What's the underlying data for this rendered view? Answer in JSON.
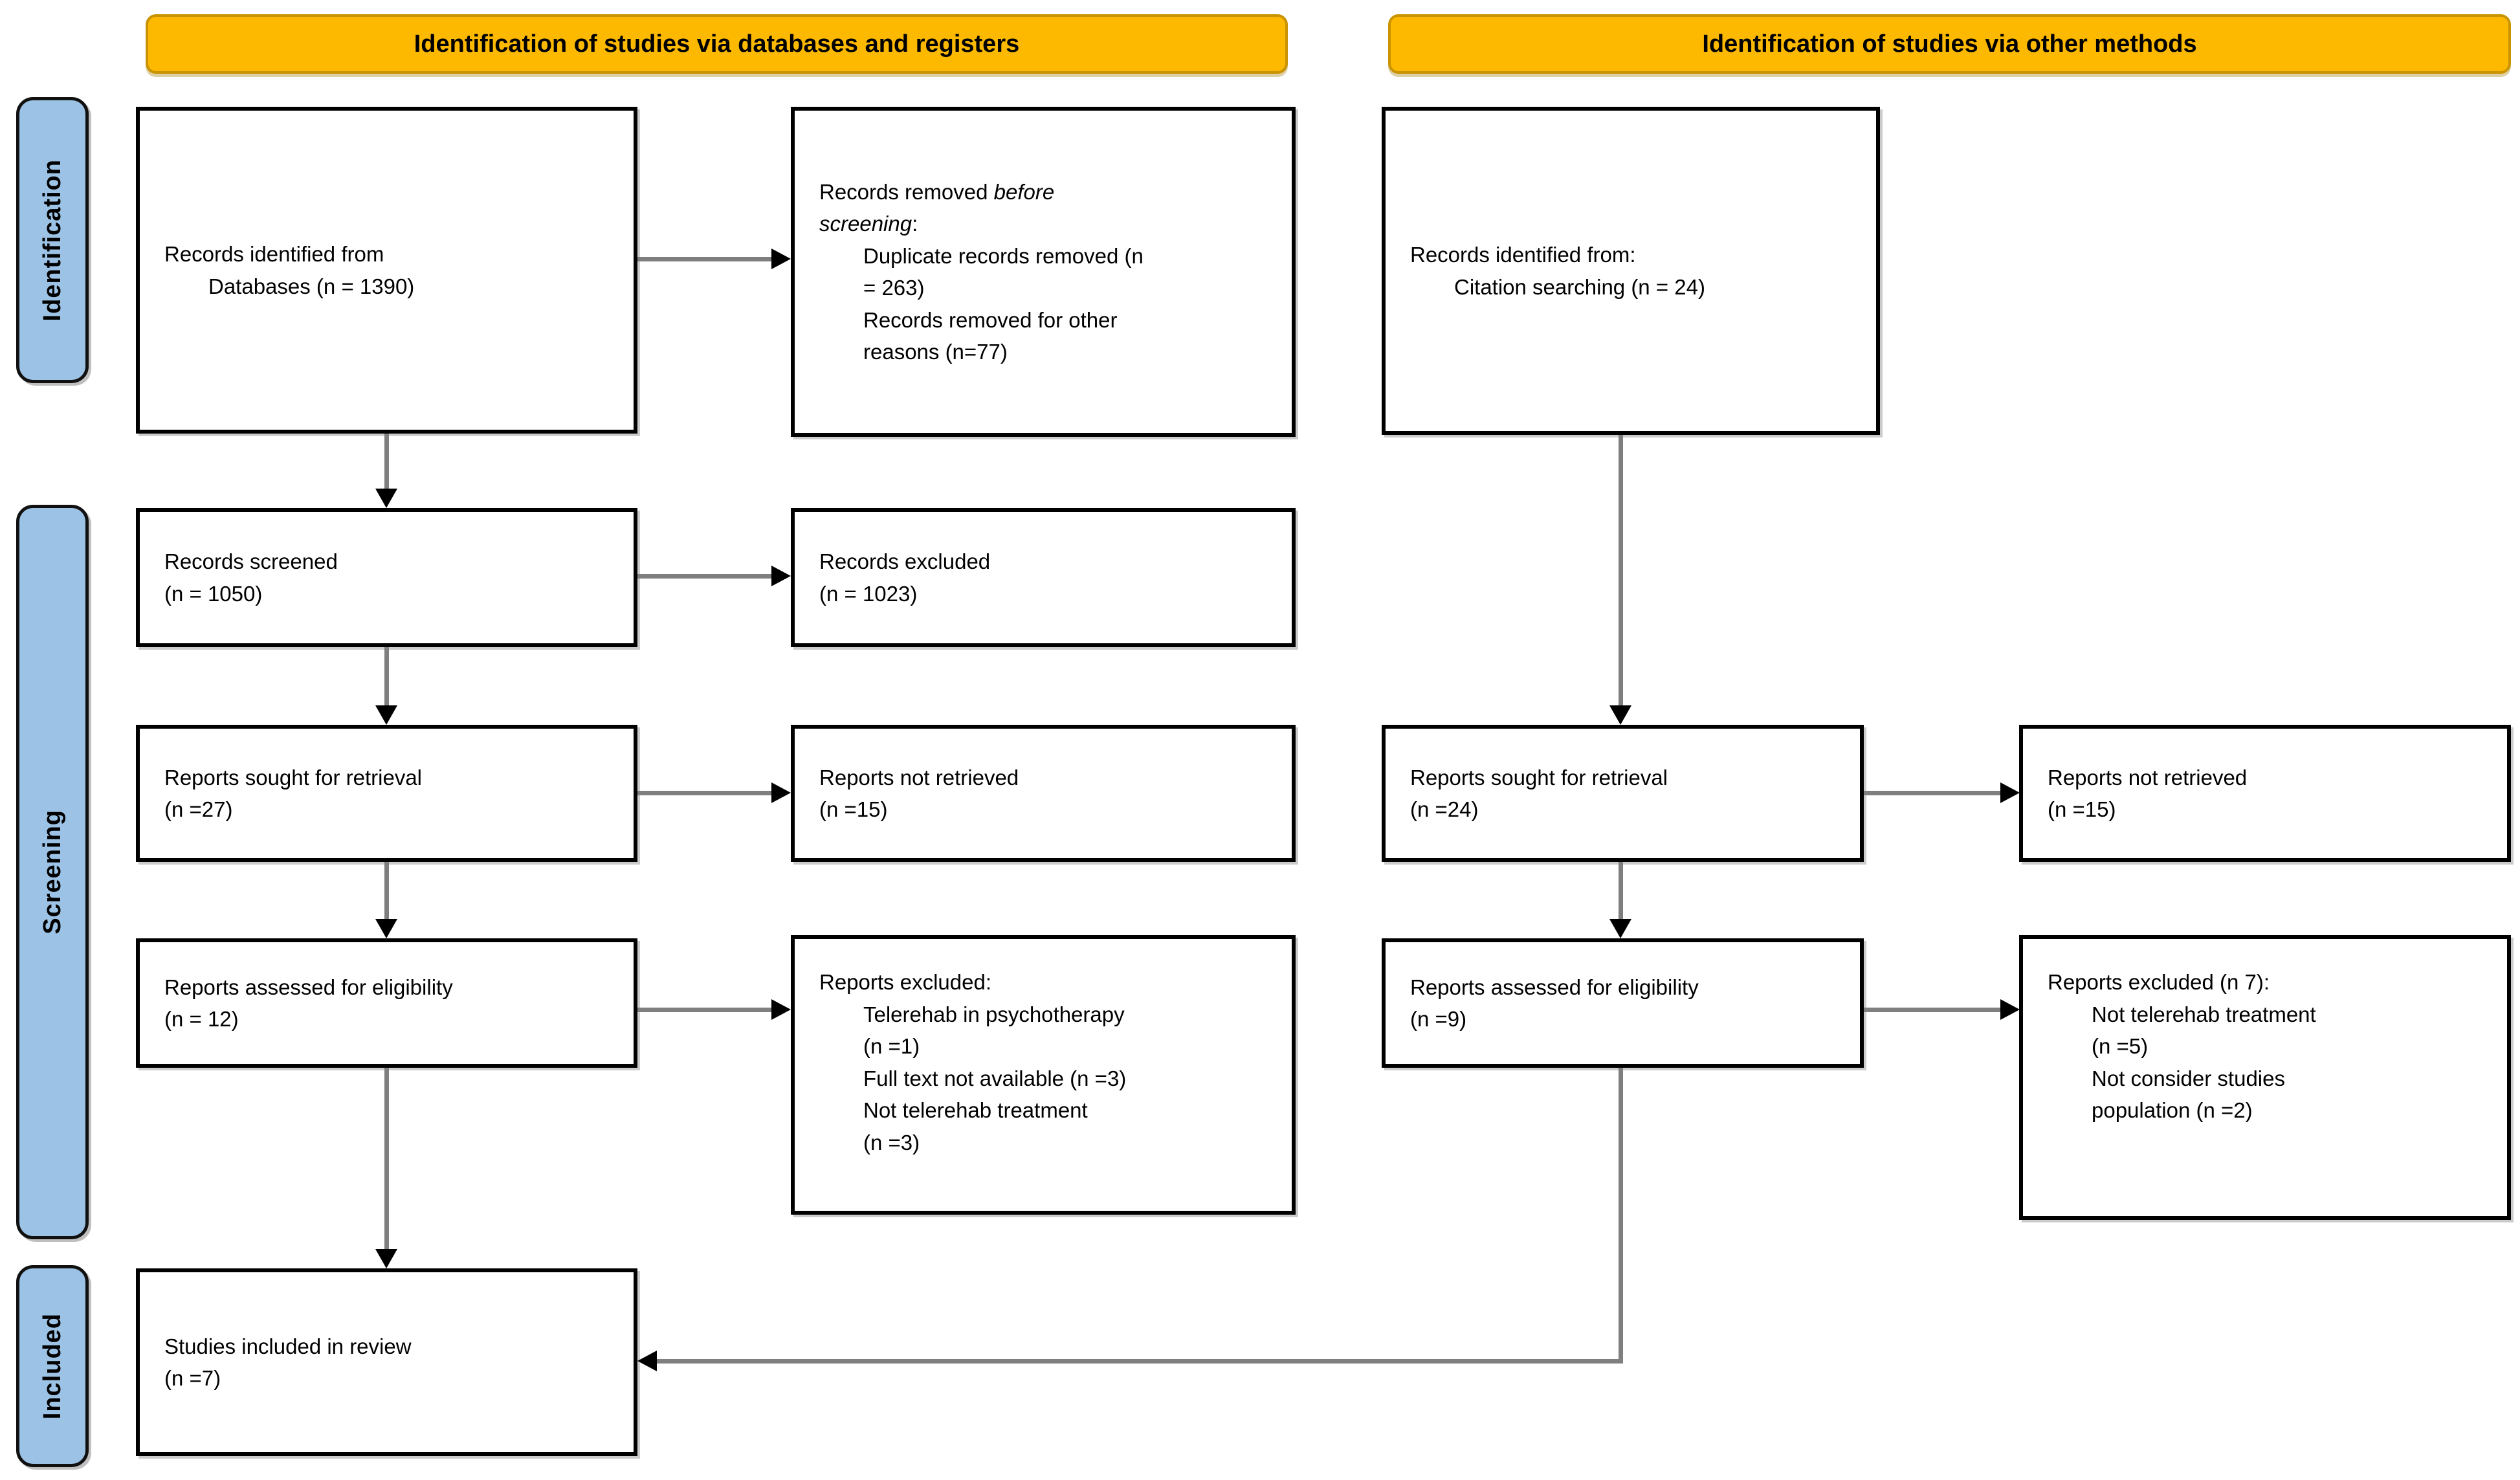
{
  "colors": {
    "banner_bg": "#FCB900",
    "banner_border": "#C99400",
    "stage_bg": "#9CC2E5",
    "stage_border": "#111111",
    "box_border": "#000000",
    "arrow_line": "#7F7F7F",
    "arrow_head": "#000000"
  },
  "banners": {
    "databases": {
      "label": "Identification of studies via databases and registers"
    },
    "other": {
      "label": "Identification of studies via other methods"
    }
  },
  "stages": {
    "identification": {
      "label": "Identification"
    },
    "screening": {
      "label": "Screening"
    },
    "included": {
      "label": "Included"
    }
  },
  "boxes": {
    "records_identified": {
      "lines": [
        {
          "seg": [
            {
              "t": "Records identified from"
            }
          ]
        },
        {
          "ind": 1,
          "seg": [
            {
              "t": "Databases (n = 1390)"
            }
          ]
        }
      ]
    },
    "records_removed": {
      "lines": [
        {
          "seg": [
            {
              "t": "Records removed "
            },
            {
              "t": "before",
              "i": true
            }
          ]
        },
        {
          "seg": [
            {
              "t": "screening",
              "i": true
            },
            {
              "t": ":"
            }
          ]
        },
        {
          "ind": 1,
          "seg": [
            {
              "t": "Duplicate records removed (n"
            }
          ]
        },
        {
          "ind": 1,
          "seg": [
            {
              "t": "= 263)"
            }
          ]
        },
        {
          "ind": 1,
          "seg": [
            {
              "t": "Records removed for other"
            }
          ]
        },
        {
          "ind": 1,
          "seg": [
            {
              "t": "reasons (n=77)"
            }
          ]
        }
      ]
    },
    "citation": {
      "lines": [
        {
          "seg": [
            {
              "t": "Records identified from:"
            }
          ]
        },
        {
          "ind": 1,
          "seg": [
            {
              "t": "Citation searching (n = 24)"
            }
          ]
        }
      ]
    },
    "records_screened": {
      "lines": [
        {
          "seg": [
            {
              "t": "Records screened"
            }
          ]
        },
        {
          "seg": [
            {
              "t": "(n = 1050)"
            }
          ]
        }
      ]
    },
    "records_excluded": {
      "lines": [
        {
          "seg": [
            {
              "t": "Records excluded"
            }
          ]
        },
        {
          "seg": [
            {
              "t": "(n = 1023)"
            }
          ]
        }
      ]
    },
    "reports_sought_left": {
      "lines": [
        {
          "seg": [
            {
              "t": "Reports sought for retrieval"
            }
          ]
        },
        {
          "seg": [
            {
              "t": "(n =27)"
            }
          ]
        }
      ]
    },
    "reports_not_retrieved_left": {
      "lines": [
        {
          "seg": [
            {
              "t": "Reports not retrieved"
            }
          ]
        },
        {
          "seg": [
            {
              "t": "(n =15)"
            }
          ]
        }
      ]
    },
    "reports_sought_right": {
      "lines": [
        {
          "seg": [
            {
              "t": "Reports sought for retrieval"
            }
          ]
        },
        {
          "seg": [
            {
              "t": "(n =24)"
            }
          ]
        }
      ]
    },
    "reports_not_retrieved_right": {
      "lines": [
        {
          "seg": [
            {
              "t": "Reports not retrieved"
            }
          ]
        },
        {
          "seg": [
            {
              "t": "(n =15)"
            }
          ]
        }
      ]
    },
    "reports_assessed_left": {
      "lines": [
        {
          "seg": [
            {
              "t": "Reports assessed for eligibility"
            }
          ]
        },
        {
          "seg": [
            {
              "t": "(n = 12)"
            }
          ]
        }
      ]
    },
    "reports_excluded_left": {
      "lines": [
        {
          "seg": [
            {
              "t": "Reports excluded:"
            }
          ]
        },
        {
          "ind": 1,
          "seg": [
            {
              "t": "Telerehab in psychotherapy"
            }
          ]
        },
        {
          "ind": 1,
          "seg": [
            {
              "t": "(n =1)"
            }
          ]
        },
        {
          "ind": 1,
          "seg": [
            {
              "t": "Full text not available (n =3)"
            }
          ]
        },
        {
          "ind": 1,
          "seg": [
            {
              "t": "Not telerehab treatment"
            }
          ]
        },
        {
          "ind": 1,
          "seg": [
            {
              "t": "(n =3)"
            }
          ]
        }
      ]
    },
    "reports_assessed_right": {
      "lines": [
        {
          "seg": [
            {
              "t": "Reports assessed for eligibility"
            }
          ]
        },
        {
          "seg": [
            {
              "t": "(n =9)"
            }
          ]
        }
      ]
    },
    "reports_excluded_right": {
      "lines": [
        {
          "seg": [
            {
              "t": "Reports excluded (n 7):"
            }
          ]
        },
        {
          "ind": 1,
          "seg": [
            {
              "t": "Not telerehab treatment"
            }
          ]
        },
        {
          "ind": 1,
          "seg": [
            {
              "t": "(n =5)"
            }
          ]
        },
        {
          "ind": 1,
          "seg": [
            {
              "t": "Not consider studies"
            }
          ]
        },
        {
          "ind": 1,
          "seg": [
            {
              "t": "population (n =2)"
            }
          ]
        }
      ]
    },
    "studies_included": {
      "lines": [
        {
          "seg": [
            {
              "t": "Studies included in review"
            }
          ]
        },
        {
          "seg": [
            {
              "t": "(n =7)"
            }
          ]
        }
      ]
    }
  }
}
